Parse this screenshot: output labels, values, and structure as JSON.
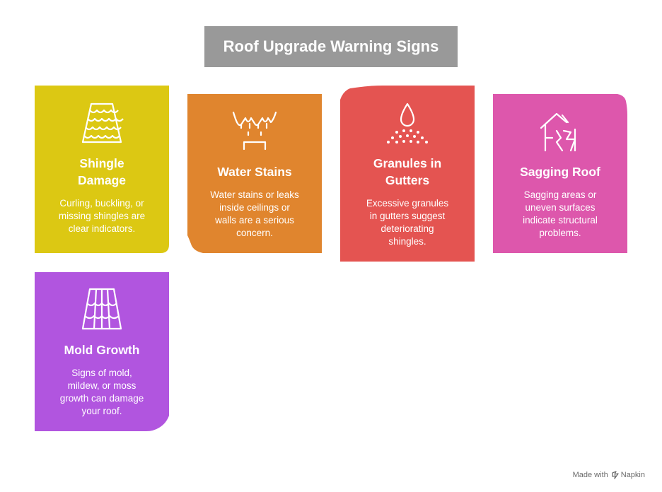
{
  "title": "Roof Upgrade Warning Signs",
  "cards": [
    {
      "title_lines": [
        "Shingle",
        "Damage"
      ],
      "title": "Shingle Damage",
      "desc_lines": [
        "Curling, buckling, or",
        "missing shingles are",
        "clear indicators."
      ],
      "color": "#DCC813",
      "icon": "shingle-scales-icon"
    },
    {
      "title_lines": [
        "Water Stains"
      ],
      "title": "Water Stains",
      "desc_lines": [
        "Water stains or leaks",
        "inside ceilings or",
        "walls are a serious",
        "concern."
      ],
      "color": "#E0852E",
      "icon": "dripping-leak-icon"
    },
    {
      "title_lines": [
        "Granules in",
        "Gutters"
      ],
      "title": "Granules in Gutters",
      "desc_lines": [
        "Excessive granules",
        "in gutters suggest",
        "deteriorating",
        "shingles."
      ],
      "color": "#E45451",
      "icon": "droplet-granules-icon"
    },
    {
      "title_lines": [
        "Sagging Roof"
      ],
      "title": "Sagging Roof",
      "desc_lines": [
        "Sagging areas or",
        "uneven surfaces",
        "indicate structural",
        "problems."
      ],
      "color": "#DD57AC",
      "icon": "broken-house-icon"
    },
    {
      "title_lines": [
        "Mold Growth"
      ],
      "title": "Mold Growth",
      "desc_lines": [
        "Signs of mold,",
        "mildew, or moss",
        "growth can damage",
        "your roof."
      ],
      "color": "#B155DF",
      "icon": "roof-tiles-icon"
    }
  ],
  "footer": {
    "made_with": "Made with",
    "brand": "Napkin"
  }
}
